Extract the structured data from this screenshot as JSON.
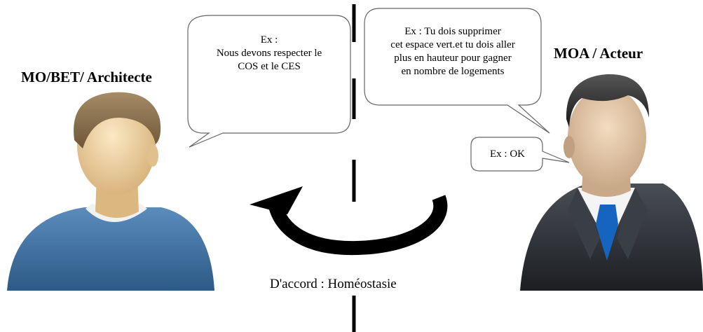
{
  "left_actor": {
    "label": "MO/BET/ Architecte",
    "bubble_lines": [
      "Ex :",
      "Nous devons respecter le",
      "COS et le CES"
    ]
  },
  "right_actor": {
    "label": "MOA / Acteur",
    "bubble_lines": [
      "Ex : Tu dois supprimer",
      "cet espace vert.et tu dois aller",
      "plus en hauteur pour gagner",
      "en nombre de logements"
    ],
    "small_bubble": "Ex :  OK"
  },
  "caption": "D'accord : Homéostasie",
  "colors": {
    "left_shirt": "#3d6f9e",
    "right_suit": "#2a2d33",
    "tie": "#1565c0",
    "skin": "#f0d9b0",
    "hair_left": "#8a7050",
    "hair_right": "#2b2b2b",
    "arrow": "#000000"
  }
}
